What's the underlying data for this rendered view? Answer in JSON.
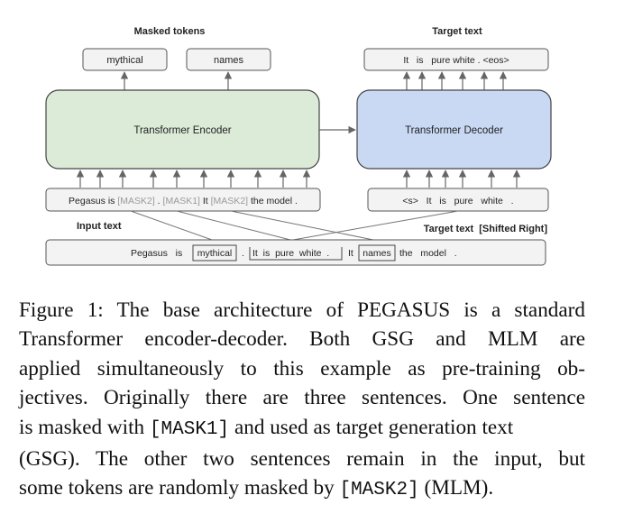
{
  "diagram": {
    "masked_tokens_label": "Masked tokens",
    "target_text_label": "Target text",
    "encoder_outputs": [
      "mythical",
      "names"
    ],
    "target_tokens": "It   is   pure white . <eos>",
    "encoder_label": "Transformer Encoder",
    "decoder_label": "Transformer Decoder",
    "encoder_input": [
      {
        "text": "Pegasus is ",
        "masked": false
      },
      {
        "text": "[MASK2]",
        "masked": true
      },
      {
        "text": " . ",
        "masked": false
      },
      {
        "text": "[MASK1]",
        "masked": true
      },
      {
        "text": " It ",
        "masked": false
      },
      {
        "text": "[MASK2]",
        "masked": true
      },
      {
        "text": " the model .",
        "masked": false
      }
    ],
    "decoder_input": "<s>   It   is   pure   white   .",
    "input_text_label": "Input text",
    "shifted_label": "Target text  [Shifted Right]",
    "source": {
      "before": "Pegasus   is",
      "mask_word_1": "mythical",
      "dot": ".",
      "sentence": "It  is  pure  white  .",
      "it": "It",
      "mask_word_2": "names",
      "after": "the   model   ."
    },
    "colors": {
      "encoder_fill": "#dcebd8",
      "decoder_fill": "#c9d9f4",
      "box_fill": "#f3f3f3",
      "mask_gray": "#9a9a9a"
    }
  },
  "caption": {
    "lines": [
      "Figure 1: The base architecture of PEGASUS is a standard",
      "Transformer encoder-decoder.  Both GSG and MLM are",
      "applied simultaneously to this example as pre-training ob-",
      "jectives. Originally there are three sentences. One sentence"
    ],
    "line5_pre": "is masked with ",
    "mask1": "[MASK1]",
    "line5_post": " and used as target generation text",
    "line6": "(GSG). The other two sentences remain in the input, but",
    "line7_pre": "some tokens are randomly masked by ",
    "mask2": "[MASK2]",
    "line7_post": " (MLM)."
  }
}
